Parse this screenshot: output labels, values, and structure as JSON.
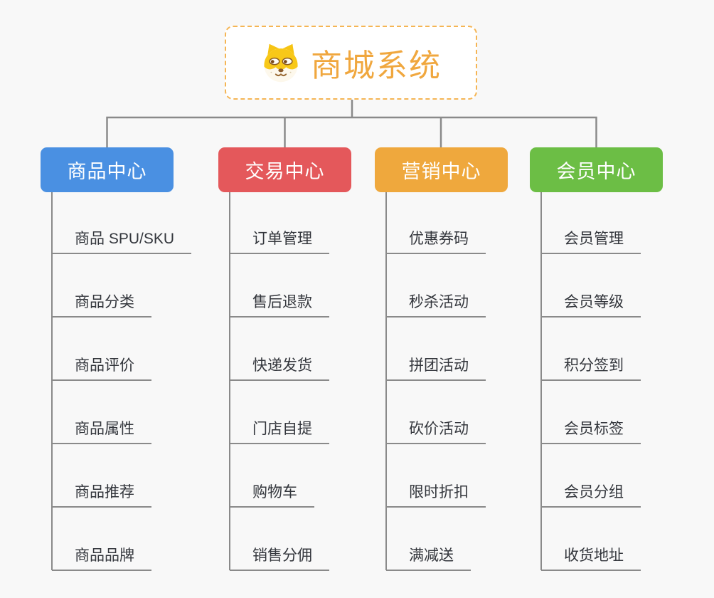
{
  "canvas": {
    "background_color": "#f8f8f8",
    "line_color": "#8a8a8a"
  },
  "root": {
    "label": "商城系统",
    "icon": "dog-face-icon",
    "text_color": "#f0a73e",
    "border_color": "#f5b554"
  },
  "branches": [
    {
      "label": "商品中心",
      "color": "#4a90e2",
      "children": [
        "商品 SPU/SKU",
        "商品分类",
        "商品评价",
        "商品属性",
        "商品推荐",
        "商品品牌"
      ]
    },
    {
      "label": "交易中心",
      "color": "#e4585b",
      "children": [
        "订单管理",
        "售后退款",
        "快递发货",
        "门店自提",
        "购物车",
        "销售分佣"
      ]
    },
    {
      "label": "营销中心",
      "color": "#efa83d",
      "children": [
        "优惠券码",
        "秒杀活动",
        "拼团活动",
        "砍价活动",
        "限时折扣",
        "满减送"
      ]
    },
    {
      "label": "会员中心",
      "color": "#6cbe45",
      "children": [
        "会员管理",
        "会员等级",
        "积分签到",
        "会员标签",
        "会员分组",
        "收货地址"
      ]
    }
  ]
}
